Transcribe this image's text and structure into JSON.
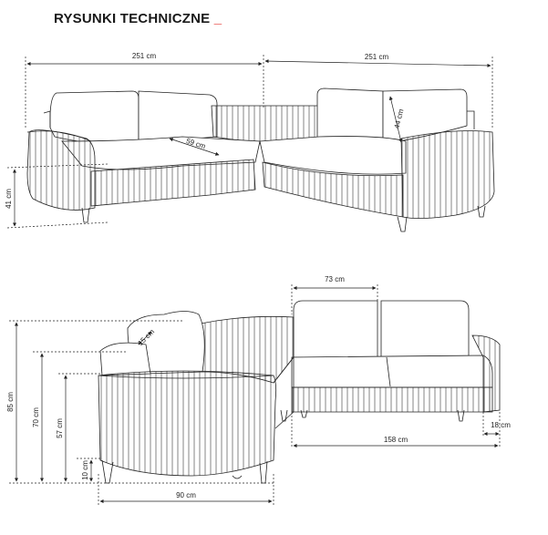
{
  "header": {
    "title": "RYSUNKI TECHNICZNE",
    "accent": "_",
    "accent_color": "#e2231a"
  },
  "top_drawing": {
    "width_left": "251 cm",
    "width_right": "251 cm",
    "seat_depth": "59 cm",
    "back_height": "44 cm",
    "seat_height": "41 cm"
  },
  "bottom_drawing": {
    "total_height": "85 cm",
    "armrest_height": "70 cm",
    "seat_top_height": "57 cm",
    "leg_height": "10 cm",
    "cushion_width": "73 cm",
    "pillow_depth": "15 cm",
    "seat_width": "158 cm",
    "armrest_width": "18 cm",
    "depth": "90 cm"
  }
}
